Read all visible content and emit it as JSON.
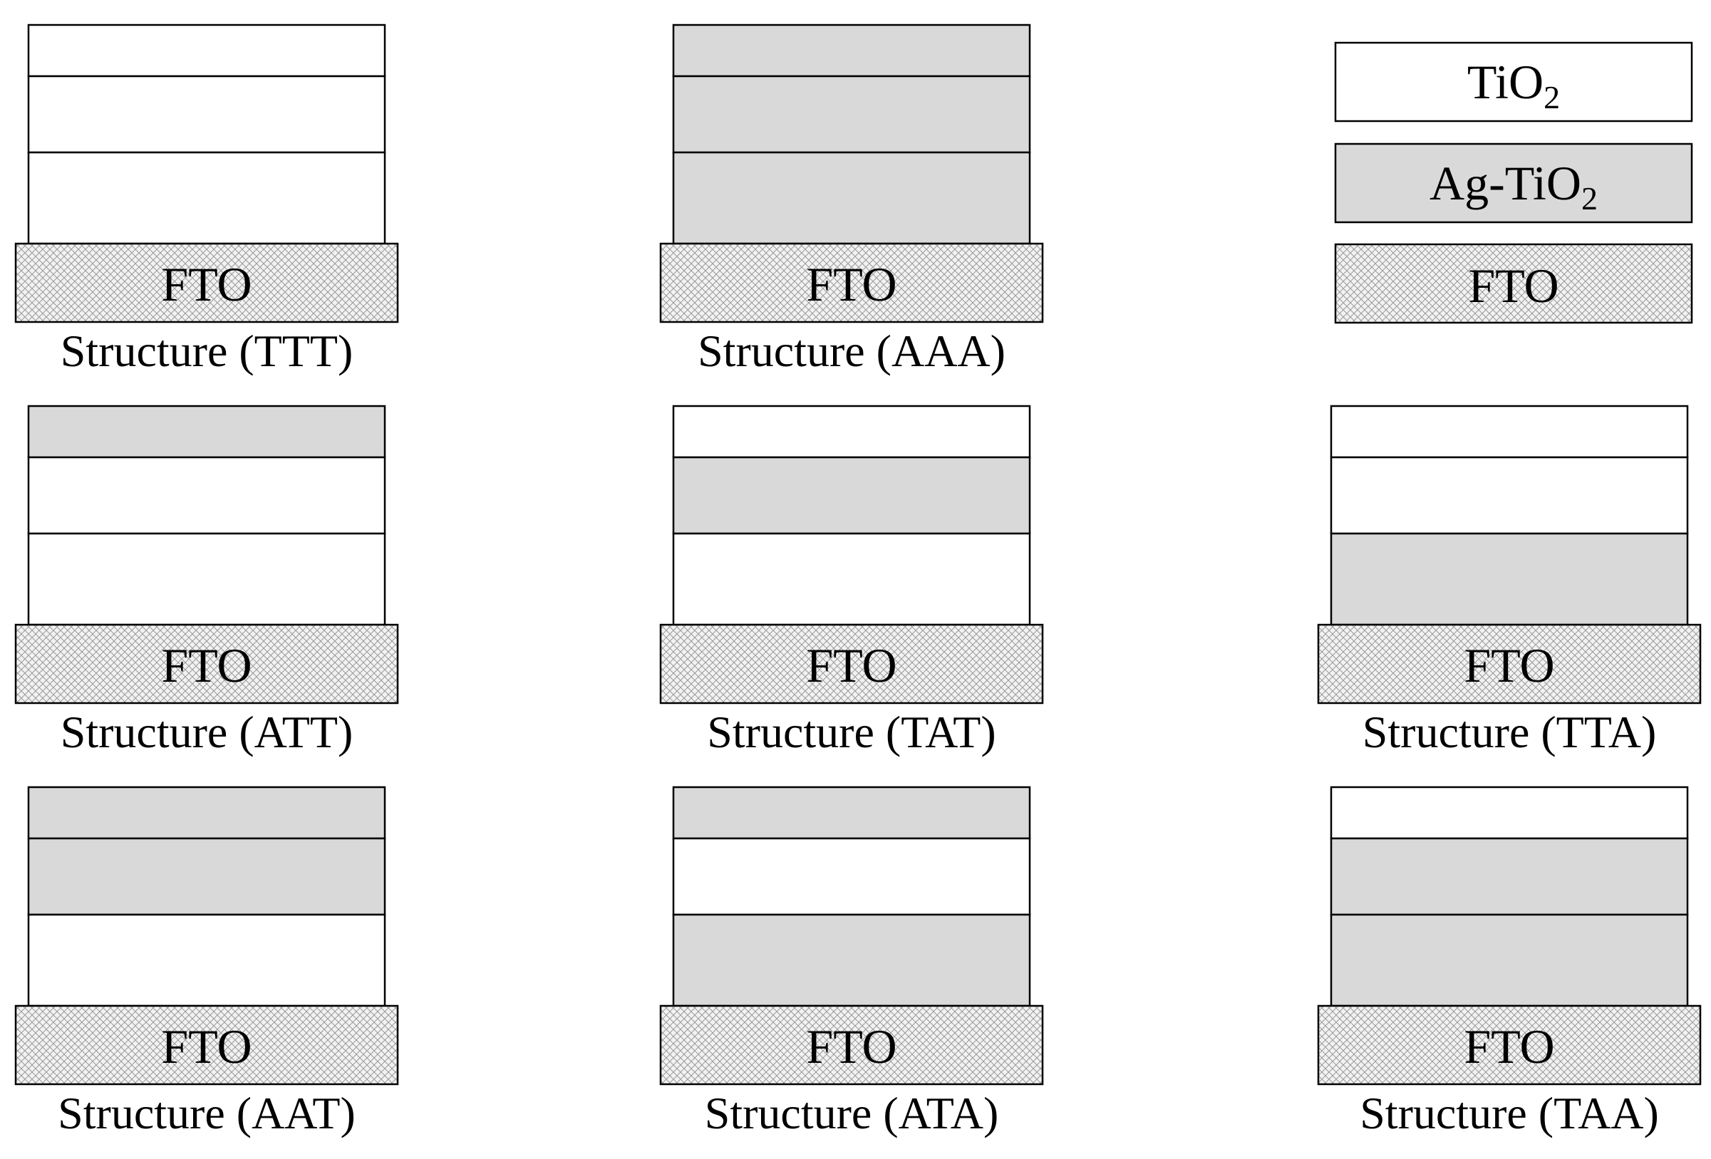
{
  "colors": {
    "tio2": "#ffffff",
    "ag_tio2": "#d9d9d9",
    "fto_base": "#f2f2f2",
    "fto_hatch": "#9a9a9a",
    "stroke": "#000000"
  },
  "fto_label": "FTO",
  "legend": {
    "tio2_label": "TiO",
    "tio2_subscript": "2",
    "ag_tio2_label": "Ag-TiO",
    "ag_tio2_subscript": "2",
    "fto_label": "FTO"
  },
  "structures": [
    {
      "caption": "Structure (TTT)",
      "layers_top_to_bottom": [
        "TiO2",
        "TiO2",
        "TiO2"
      ]
    },
    {
      "caption": "Structure (AAA)",
      "layers_top_to_bottom": [
        "Ag-TiO2",
        "Ag-TiO2",
        "Ag-TiO2"
      ]
    },
    {
      "caption": "Structure (ATT)",
      "layers_top_to_bottom": [
        "Ag-TiO2",
        "TiO2",
        "TiO2"
      ]
    },
    {
      "caption": "Structure (TAT)",
      "layers_top_to_bottom": [
        "TiO2",
        "Ag-TiO2",
        "TiO2"
      ]
    },
    {
      "caption": "Structure (TTA)",
      "layers_top_to_bottom": [
        "TiO2",
        "TiO2",
        "Ag-TiO2"
      ]
    },
    {
      "caption": "Structure (AAT)",
      "layers_top_to_bottom": [
        "Ag-TiO2",
        "Ag-TiO2",
        "TiO2"
      ]
    },
    {
      "caption": "Structure (ATA)",
      "layers_top_to_bottom": [
        "Ag-TiO2",
        "TiO2",
        "Ag-TiO2"
      ]
    },
    {
      "caption": "Structure (TAA)",
      "layers_top_to_bottom": [
        "TiO2",
        "Ag-TiO2",
        "Ag-TiO2"
      ]
    }
  ]
}
